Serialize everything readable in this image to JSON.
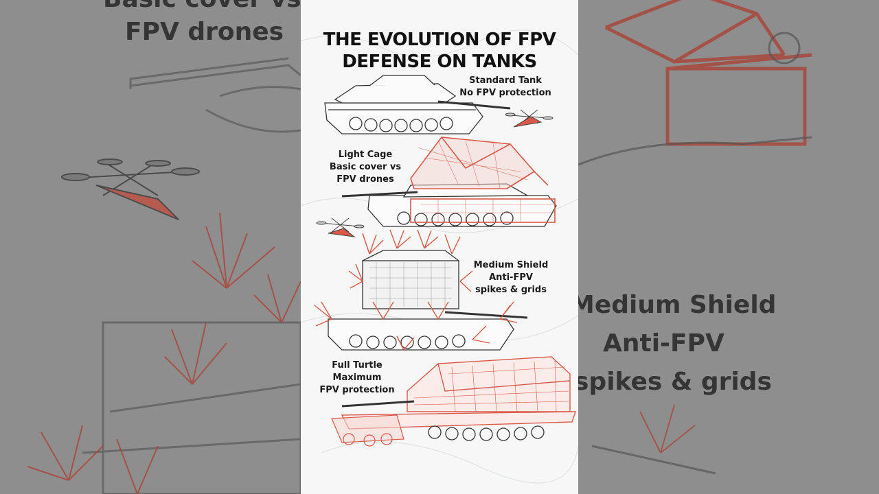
{
  "background_left": {
    "line1": "Basic cover vs",
    "line2": "FPV drones"
  },
  "background_right": {
    "line1": "Medium Shield",
    "line2": "Anti-FPV",
    "line3": "spikes & grids"
  },
  "title": {
    "line1": "THE EVOLUTION OF FPV",
    "line2": "DEFENSE ON TANKS"
  },
  "stages": [
    {
      "line1": "Standard Tank",
      "line2": "No FPV protection",
      "line3": ""
    },
    {
      "line1": "Light Cage",
      "line2": "Basic cover vs",
      "line3": "FPV drones"
    },
    {
      "line1": "Medium Shield",
      "line2": "Anti-FPV",
      "line3": "spikes & grids"
    },
    {
      "line1": "Full Turtle",
      "line2": "Maximum",
      "line3": "FPV protection"
    }
  ],
  "colors": {
    "accent": "#d9584a",
    "ink": "#333333",
    "panel_bg": "#f6f7f6"
  }
}
